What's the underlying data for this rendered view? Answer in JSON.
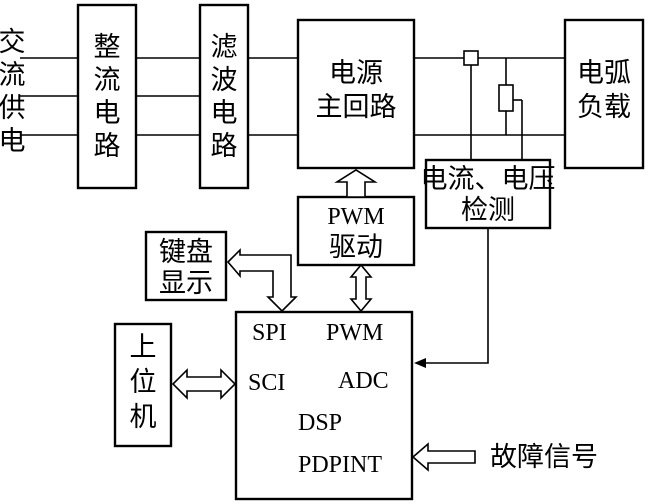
{
  "input_label": [
    "交",
    "流",
    "供",
    "电"
  ],
  "rectifier": [
    "整",
    "流",
    "电",
    "路"
  ],
  "filter": [
    "滤",
    "波",
    "电",
    "路"
  ],
  "power_main": [
    "电源",
    "主回路"
  ],
  "arc_load": [
    "电弧",
    "负载"
  ],
  "detection": [
    "电流、电压",
    "检测"
  ],
  "pwm_driver": [
    "PWM",
    "驱动"
  ],
  "keyboard_display": [
    "键盘",
    "显示"
  ],
  "host": [
    "上",
    "位",
    "机"
  ],
  "dsp": {
    "spi": "SPI",
    "pwm": "PWM",
    "sci": "SCI",
    "adc": "ADC",
    "name": "DSP",
    "pdpint": "PDPINT"
  },
  "fault_signal": "故障信号"
}
